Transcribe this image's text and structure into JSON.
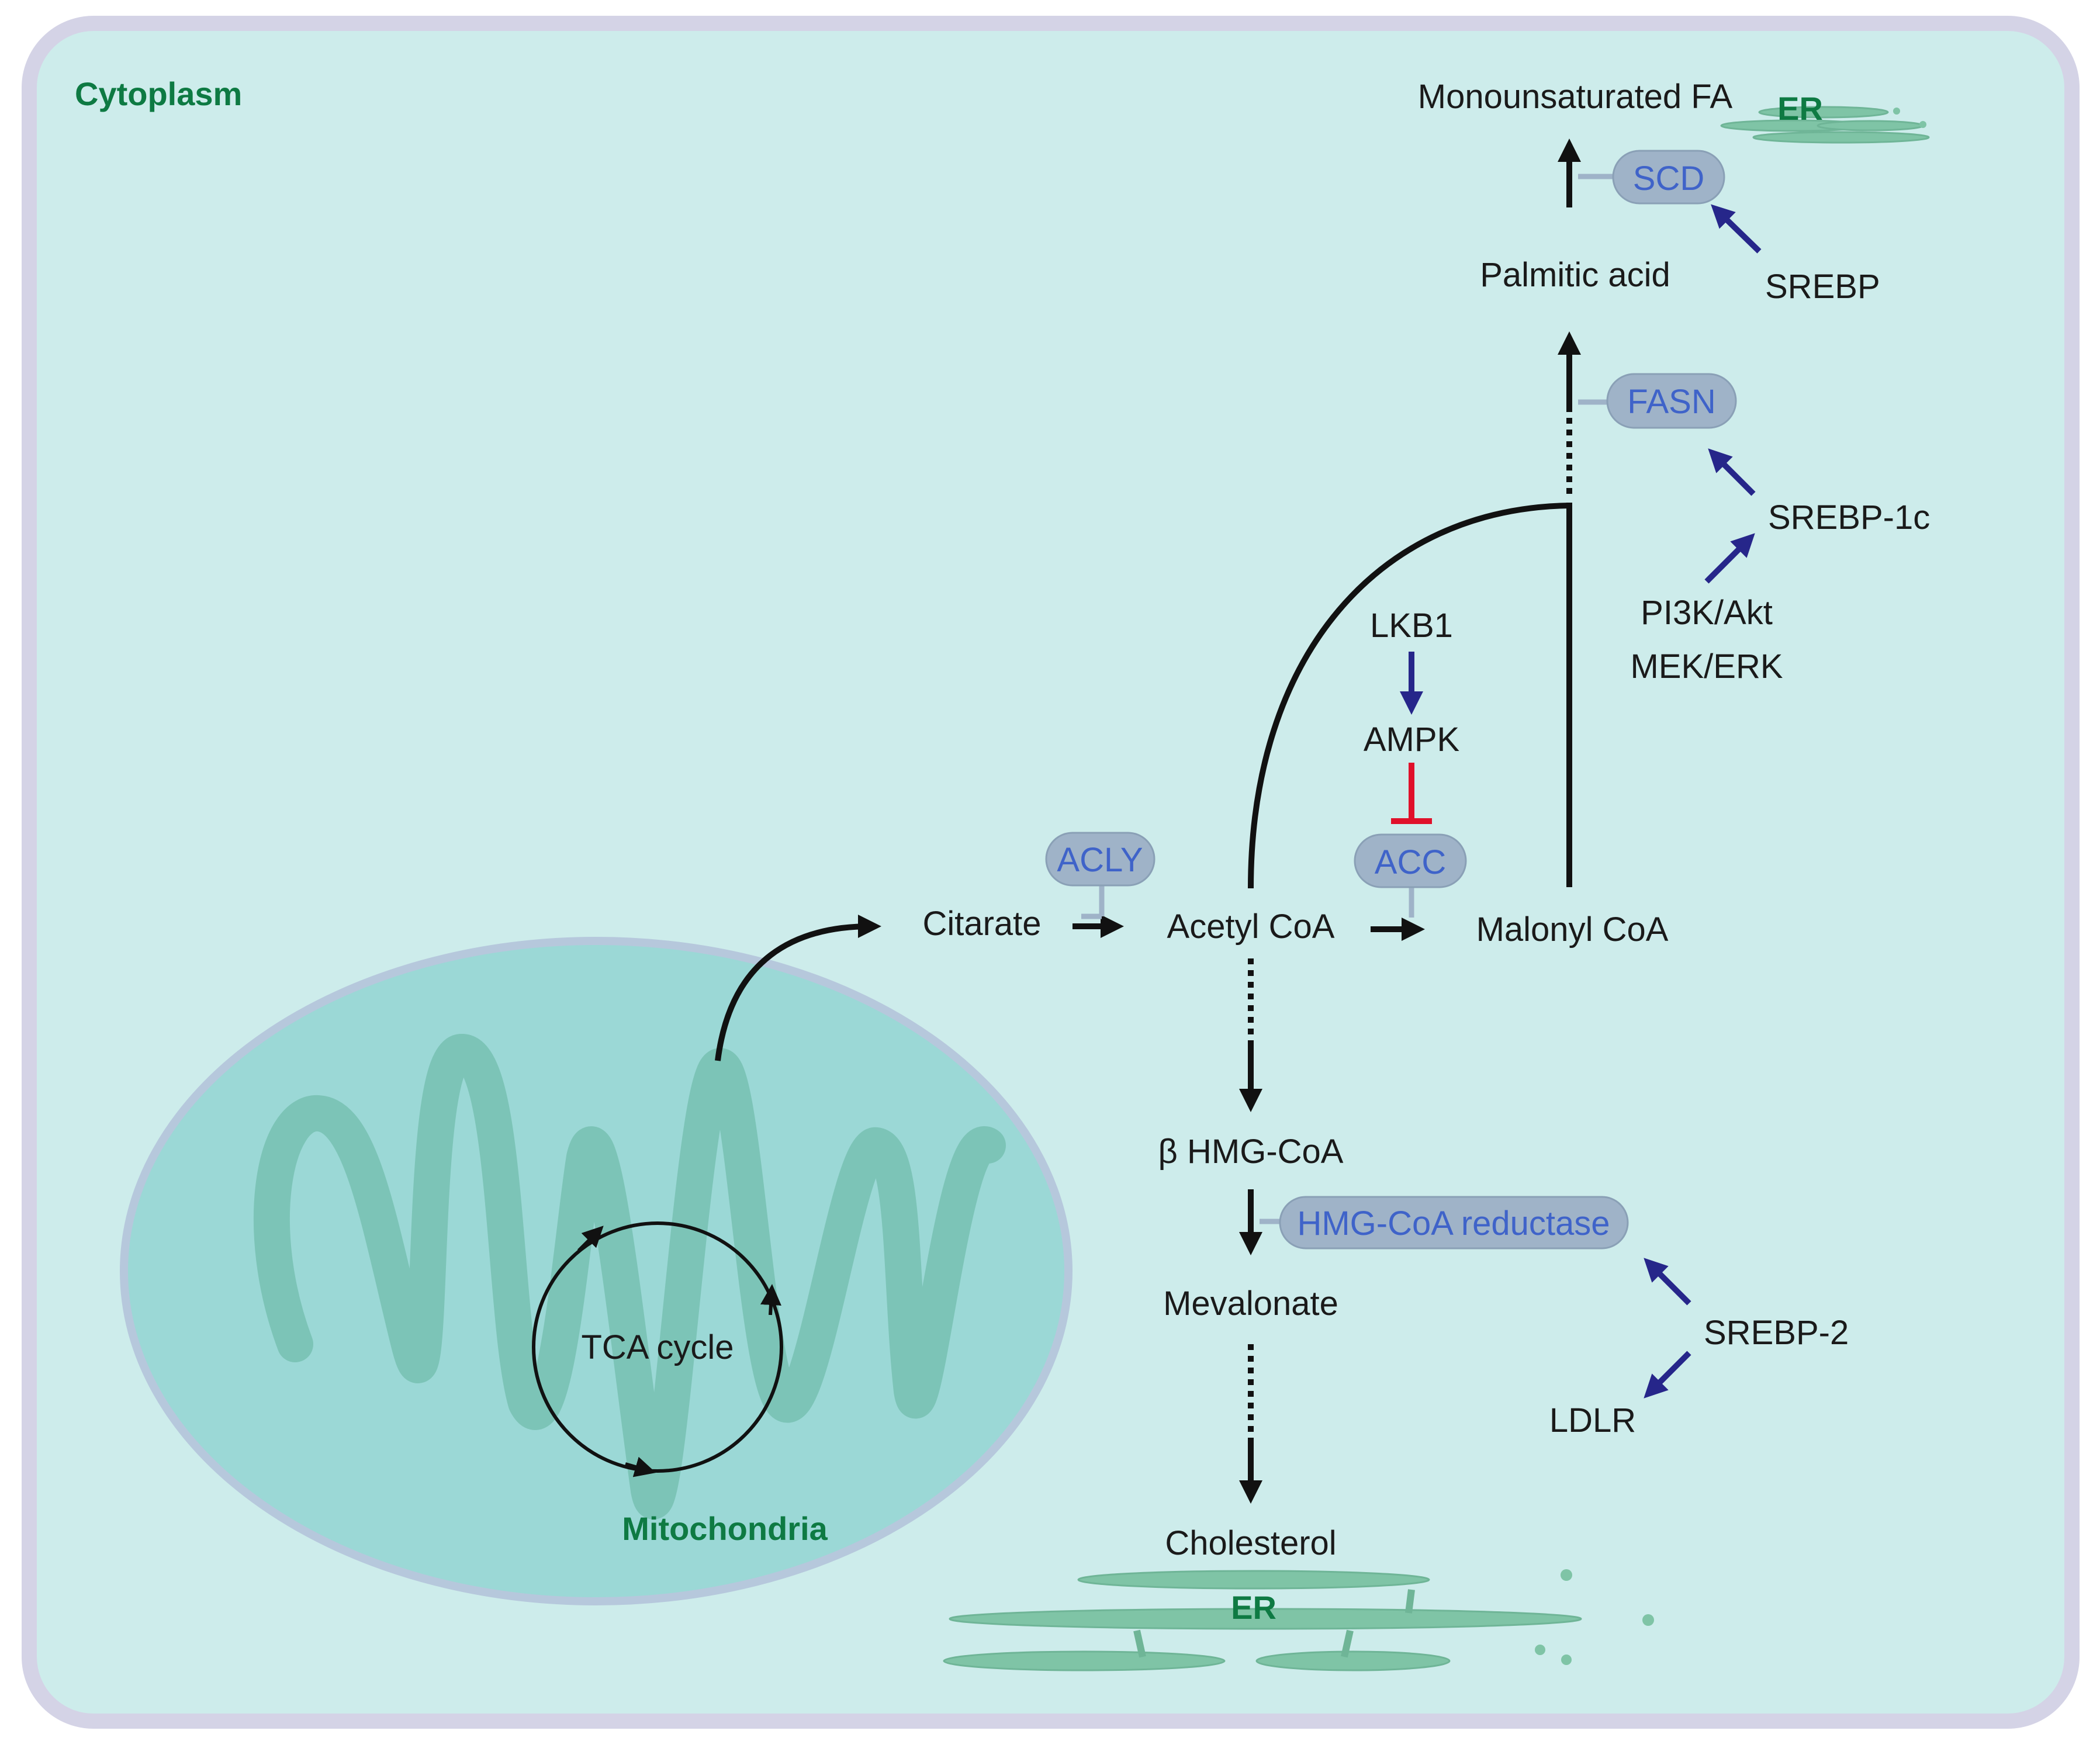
{
  "compartments": {
    "cytoplasm": "Cytoplasm",
    "mitochondria": "Mitochondria",
    "tca": "TCA cycle",
    "er_top": "ER",
    "er_bottom": "ER"
  },
  "metabolites": {
    "citarate": "Citarate",
    "acetyl_coa": "Acetyl CoA",
    "malonyl_coa": "Malonyl CoA",
    "palmitic_acid": "Palmitic acid",
    "monounsaturated_fa": "Monounsaturated FA",
    "hmg_coa": "β HMG-CoA",
    "mevalonate": "Mevalonate",
    "cholesterol": "Cholesterol"
  },
  "enzymes": {
    "acly": "ACLY",
    "acc": "ACC",
    "fasn": "FASN",
    "scd": "SCD",
    "hmgcr": "HMG-CoA reductase"
  },
  "regulators": {
    "lkb1": "LKB1",
    "ampk": "AMPK",
    "srebp": "SREBP",
    "srebp1c": "SREBP-1c",
    "pi3k": "PI3K/Akt",
    "mek": "MEK/ERK",
    "srebp2": "SREBP-2",
    "ldlr": "LDLR"
  },
  "colors": {
    "cytoplasm_bg": "#cdeceb",
    "frame": "#d4d3e6",
    "mito_fill": "#9bd8d6",
    "cristae": "#7cc4b7",
    "label_green": "#0e7a43",
    "enzyme_text": "#3f63c9",
    "enzyme_pill": "#9fb3c8",
    "activation": "#26268a",
    "inhibition": "#e0102a"
  }
}
